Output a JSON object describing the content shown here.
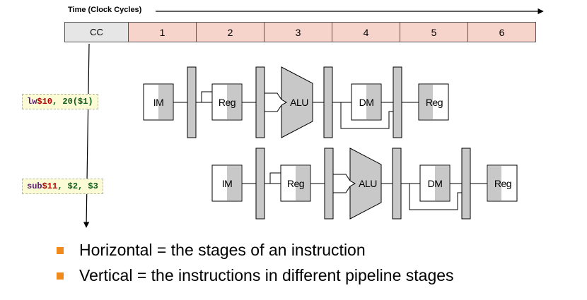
{
  "timeline": {
    "axis_label": "Time (Clock Cycles)",
    "header_label": "CC",
    "cycles": [
      "1",
      "2",
      "3",
      "4",
      "5",
      "6"
    ]
  },
  "instructions": [
    {
      "op": "lw",
      "rd": "$10",
      "rest": ", 20($1)"
    },
    {
      "op": "sub",
      "rd": "$11",
      "rest": ", $2, $3"
    }
  ],
  "stage_labels": {
    "im": "IM",
    "reg": "Reg",
    "alu": "ALU",
    "dm": "DM"
  },
  "bullets": [
    "Horizontal = the stages of an instruction",
    "Vertical = the instructions in different pipeline stages"
  ],
  "colors": {
    "cc_header": "#e6e6e6",
    "cc_cells": "#f6d4cc",
    "instruction_bg": "#fbfbd6",
    "stage_fill": "#c8c8c8",
    "bullet": "#f08a1c"
  }
}
